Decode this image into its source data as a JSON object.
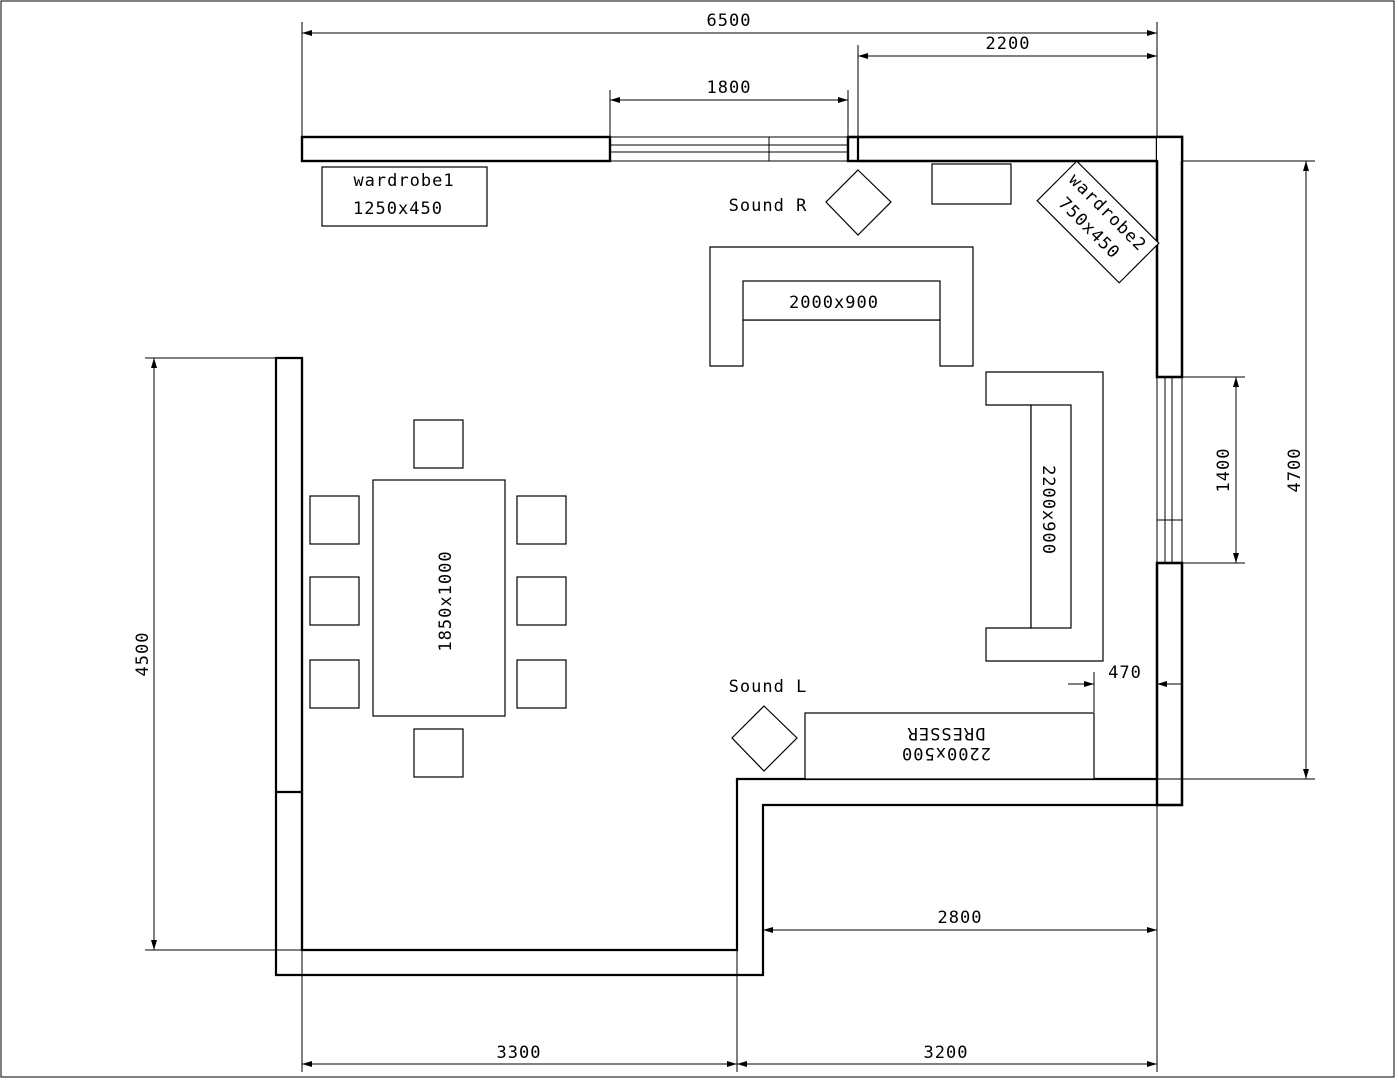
{
  "dimensions": {
    "top_total": "6500",
    "top_right": "2200",
    "top_window": "1800",
    "right_total": "4700",
    "right_window": "1400",
    "left_total": "4500",
    "bottom_left": "3300",
    "bottom_right": "3200",
    "inner_bottom": "2800",
    "dresser_offset": "470"
  },
  "furniture": {
    "wardrobe1_name": "wardrobe1",
    "wardrobe1_size": "1250x450",
    "wardrobe2_name": "wardrobe2",
    "wardrobe2_size": "750x450",
    "sofa_top_size": "2000x900",
    "sofa_right_size": "2200x900",
    "table_size": "1850x1000",
    "dresser_name": "DRESSER",
    "dresser_size": "2200x500"
  },
  "speakers": {
    "right": "Sound R",
    "left": "Sound L"
  }
}
